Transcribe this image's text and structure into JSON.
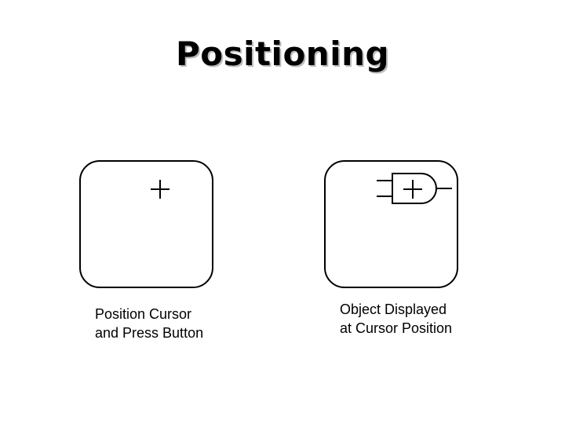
{
  "slide": {
    "title": "Positioning"
  },
  "panels": {
    "left": {
      "caption_line1": "Position Cursor",
      "caption_line2": "and Press Button",
      "icon": "crosshair-cursor-icon"
    },
    "right": {
      "caption_line1": "Object Displayed",
      "caption_line2": "at Cursor Position",
      "icons": [
        "and-gate-icon",
        "crosshair-cursor-icon"
      ]
    }
  }
}
